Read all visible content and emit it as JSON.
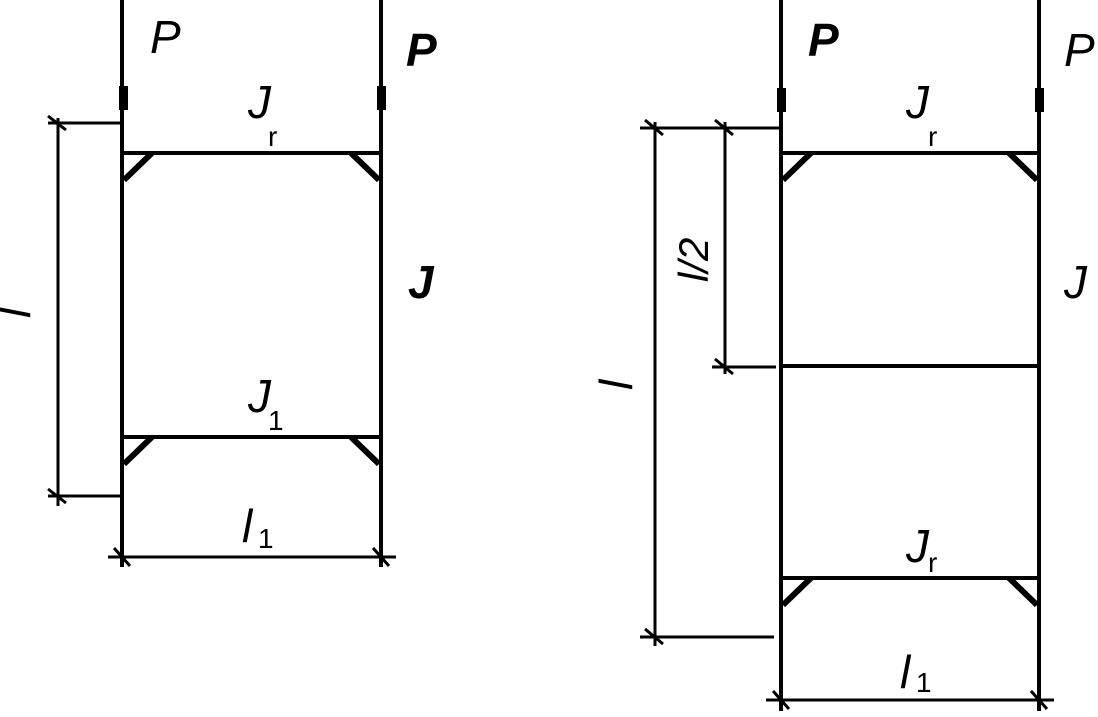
{
  "left_frame": {
    "load_left": "P",
    "load_right": "P",
    "beam_top": "J",
    "beam_top_sub": "r",
    "beam_bottom": "J",
    "beam_bottom_sub": "1",
    "column": "J",
    "height": "l",
    "width": "l",
    "width_sub": "1"
  },
  "right_frame": {
    "load_left": "P",
    "load_right": "P",
    "beam_top": "J",
    "beam_top_sub": "r",
    "beam_bottom": "J",
    "beam_bottom_sub": "r",
    "column": "J",
    "height": "l",
    "half_height": "l/2",
    "width": "l",
    "width_sub": "1"
  },
  "colors": {
    "line": "#000000",
    "background": "#ffffff"
  }
}
